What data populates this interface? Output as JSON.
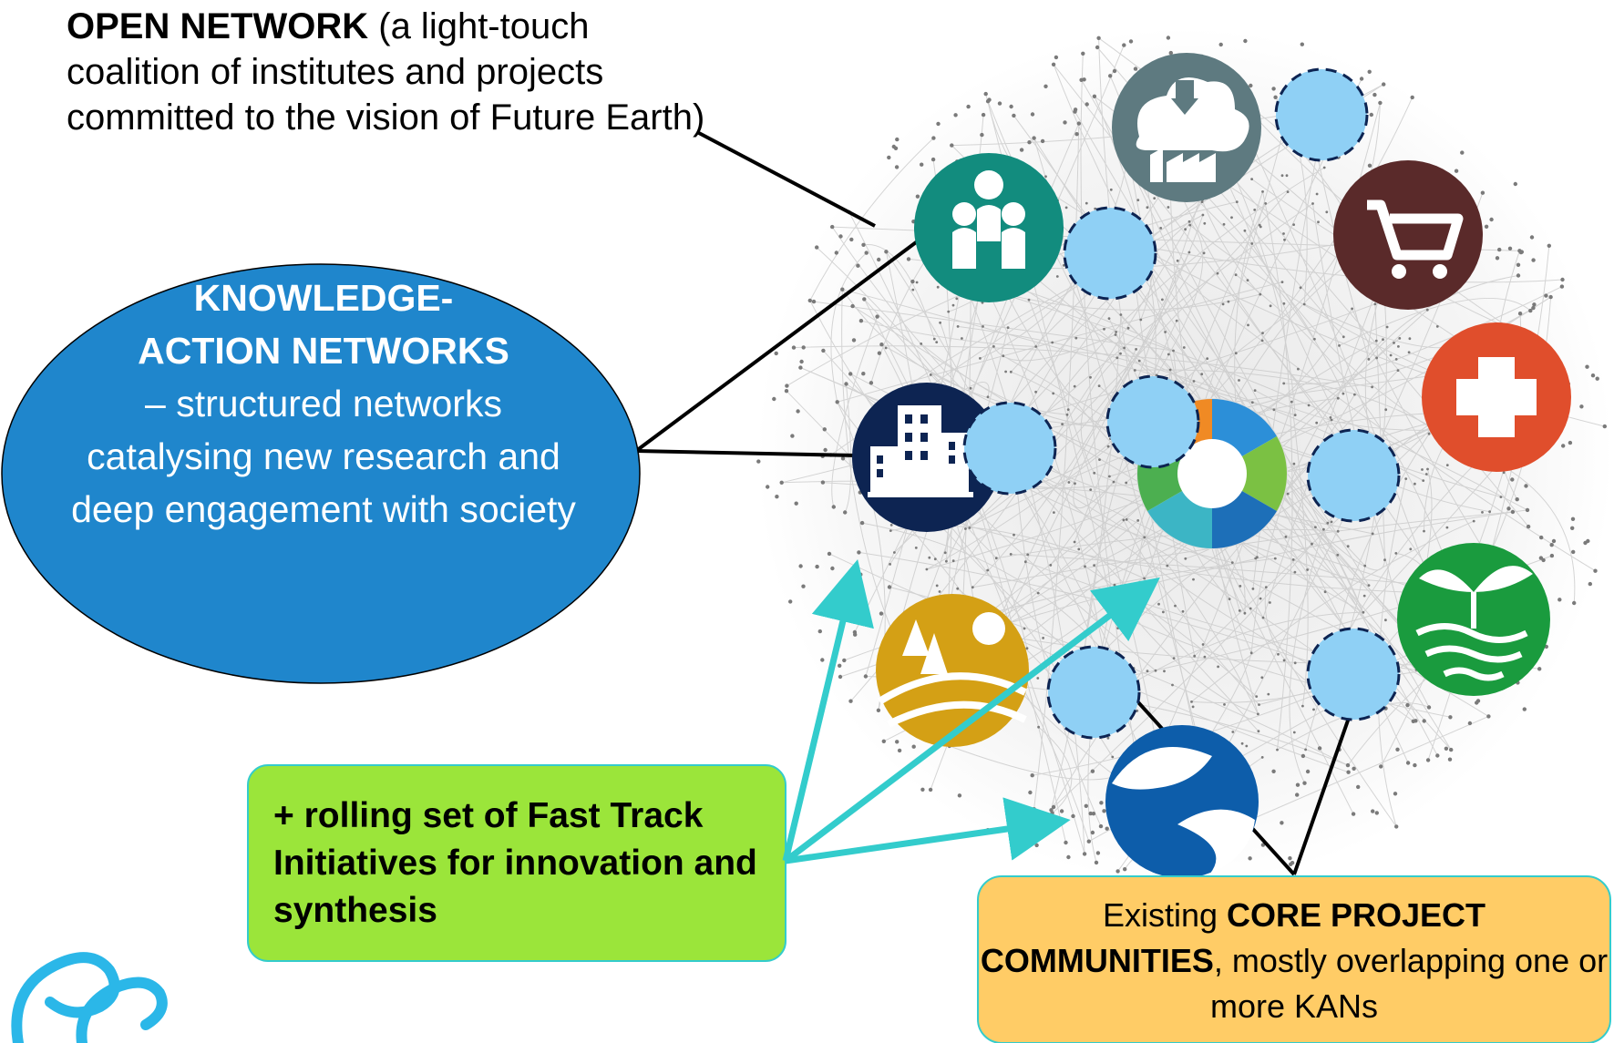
{
  "open_network": {
    "title": "OPEN NETWORK",
    "description": "(a light-touch coalition of institutes and projects committed to the vision of Future Earth)"
  },
  "knowledge_action_networks": {
    "title_line1": "KNOWLEDGE-",
    "title_line2": "ACTION NETWORKS",
    "description": "– structured networks catalysing new research and deep engagement with society"
  },
  "fast_track": {
    "text": "+ rolling set of Fast Track Initiatives for innovation and synthesis"
  },
  "core_projects": {
    "prefix": "Existing ",
    "bold": "CORE PROJECT COMMUNITIES",
    "suffix": ", mostly overlapping one or more KANs"
  },
  "icons": {
    "kan_circles": [
      "water-food-energy-nexus-icon",
      "emissions-factory-icon",
      "shopping-cart-icon",
      "health-cross-icon",
      "urban-buildings-icon",
      "natural-assets-icon",
      "ocean-waves-icon",
      "finance-icon",
      "sdg-wheel-icon"
    ]
  },
  "colors": {
    "kan_ellipse": "#1F86CC",
    "fast_track_box": "#9BE53A",
    "core_box": "#FFCC66",
    "teal_arrow": "#33CCCC",
    "dashed_circle": "#8FD0F5"
  }
}
